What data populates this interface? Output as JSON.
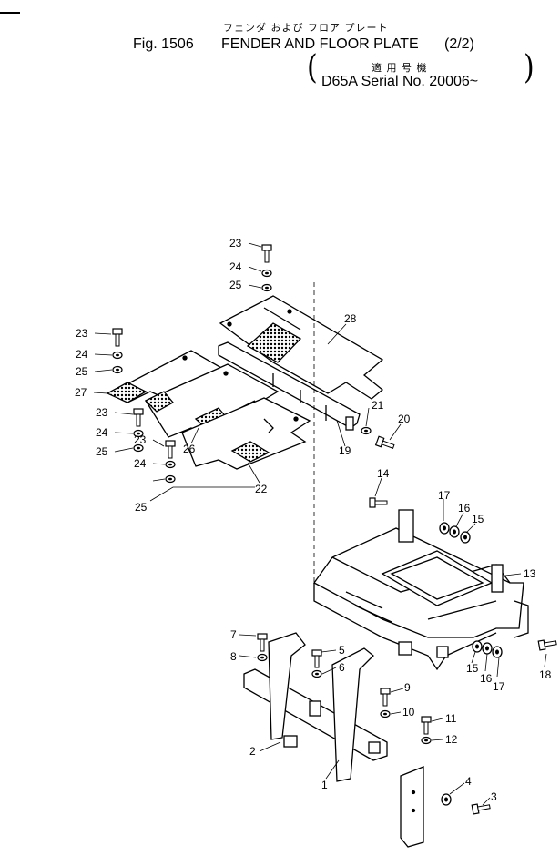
{
  "header": {
    "japanese_title": "フェンダ および フロア プレート",
    "fig_label": "Fig. 1506",
    "title": "FENDER AND FLOOR PLATE",
    "sheet": "(2/2)",
    "applicable_jp": "適 用 号 機",
    "serial": "D65A Serial No. 20006~"
  },
  "callouts": [
    {
      "id": "c23a",
      "label": "23"
    },
    {
      "id": "c24a",
      "label": "24"
    },
    {
      "id": "c25a",
      "label": "25"
    },
    {
      "id": "c28",
      "label": "28"
    },
    {
      "id": "c23b",
      "label": "23"
    },
    {
      "id": "c24b",
      "label": "24"
    },
    {
      "id": "c25b",
      "label": "25"
    },
    {
      "id": "c27",
      "label": "27"
    },
    {
      "id": "c21",
      "label": "21"
    },
    {
      "id": "c20",
      "label": "20"
    },
    {
      "id": "c19",
      "label": "19"
    },
    {
      "id": "c23c",
      "label": "23"
    },
    {
      "id": "c24c",
      "label": "24"
    },
    {
      "id": "c25c",
      "label": "25"
    },
    {
      "id": "c26",
      "label": "26"
    },
    {
      "id": "c23d",
      "label": "23"
    },
    {
      "id": "c24d",
      "label": "24"
    },
    {
      "id": "c25d",
      "label": "25"
    },
    {
      "id": "c22",
      "label": "22"
    },
    {
      "id": "c14",
      "label": "14"
    },
    {
      "id": "c17a",
      "label": "17"
    },
    {
      "id": "c16a",
      "label": "16"
    },
    {
      "id": "c15a",
      "label": "15"
    },
    {
      "id": "c13",
      "label": "13"
    },
    {
      "id": "c15b",
      "label": "15"
    },
    {
      "id": "c16b",
      "label": "16"
    },
    {
      "id": "c17b",
      "label": "17"
    },
    {
      "id": "c18",
      "label": "18"
    },
    {
      "id": "c7",
      "label": "7"
    },
    {
      "id": "c5",
      "label": "5"
    },
    {
      "id": "c8",
      "label": "8"
    },
    {
      "id": "c6",
      "label": "6"
    },
    {
      "id": "c9",
      "label": "9"
    },
    {
      "id": "c10",
      "label": "10"
    },
    {
      "id": "c11",
      "label": "11"
    },
    {
      "id": "c12",
      "label": "12"
    },
    {
      "id": "c2",
      "label": "2"
    },
    {
      "id": "c1",
      "label": "1"
    },
    {
      "id": "c4",
      "label": "4"
    },
    {
      "id": "c3",
      "label": "3"
    }
  ]
}
